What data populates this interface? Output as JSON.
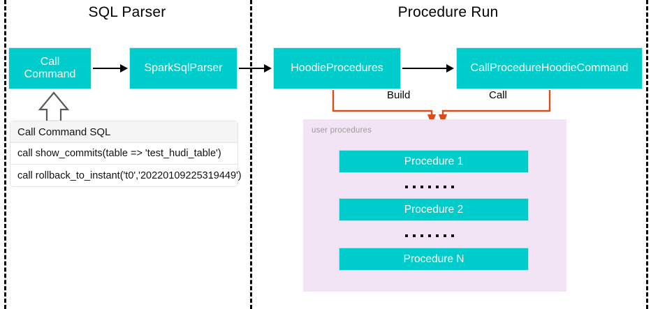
{
  "diagram": {
    "sections": [
      {
        "id": "sql-parser",
        "title": "SQL Parser"
      },
      {
        "id": "procedure-run",
        "title": "Procedure Run"
      }
    ],
    "nodes": [
      {
        "id": "call-command",
        "label": "Call\nCommand",
        "line1": "Call",
        "line2": "Command",
        "color": "#00CCCC"
      },
      {
        "id": "spark-sql-parser",
        "label": "SparkSqlParser",
        "color": "#00CCCC"
      },
      {
        "id": "hoodie-procedures",
        "label": "HoodieProcedures",
        "color": "#00CCCC"
      },
      {
        "id": "call-procedure-hoodie-command",
        "label": "CallProcedureHoodieCommand",
        "color": "#00CCCC"
      }
    ],
    "connector_labels": [
      {
        "id": "build",
        "label": "Build",
        "color": "#DD4B1A"
      },
      {
        "id": "call",
        "label": "Call",
        "color": "#DD4B1A"
      }
    ],
    "sql_table": {
      "header": "Call Command SQL",
      "rows": [
        "call show_commits(table => 'test_hudi_table')",
        "call rollback_to_instant('t0','20220109225319449')"
      ]
    },
    "user_procedures_panel": {
      "label": "user procedures",
      "background": "#F2E4F5",
      "items": [
        {
          "id": "procedure-1",
          "label": "Procedure 1"
        },
        {
          "id": "ellipsis-1",
          "label": "......."
        },
        {
          "id": "procedure-2",
          "label": "Procedure 2"
        },
        {
          "id": "ellipsis-2",
          "label": "......."
        },
        {
          "id": "procedure-n",
          "label": "Procedure N"
        }
      ]
    },
    "colors": {
      "teal": "#00CCCC",
      "purple_panel": "#F2E4F5",
      "orange": "#DD4B1A",
      "divider": "#000000",
      "text": "#000000"
    }
  }
}
